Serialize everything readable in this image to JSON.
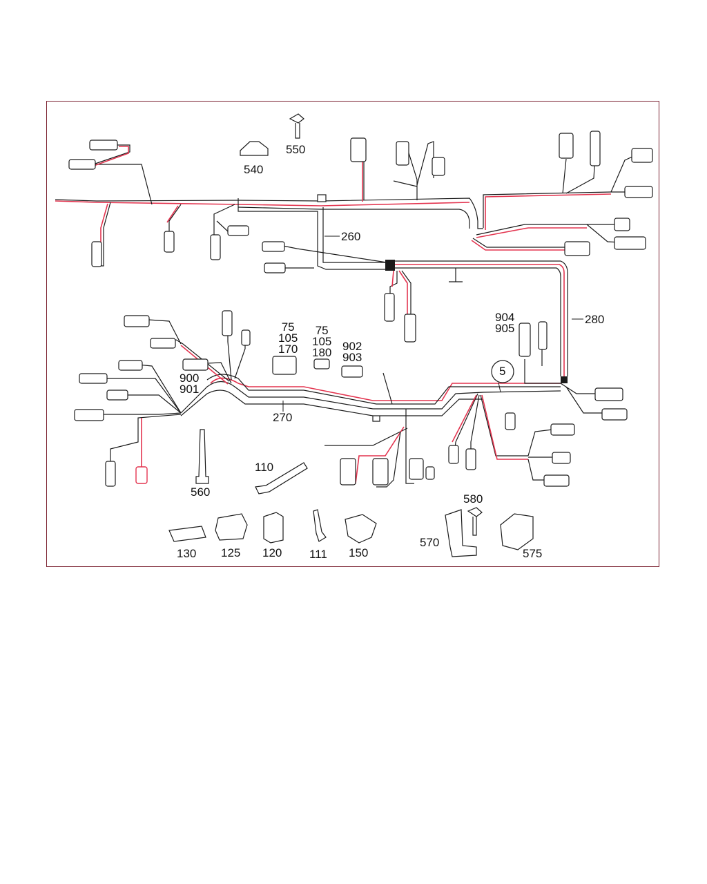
{
  "colors": {
    "frame": "#7a1f2e",
    "wire_red": "#e3344f",
    "wire_black": "#1a1a1a",
    "label": "#111111"
  },
  "callouts": {
    "c260": "260",
    "c280": "280",
    "c270": "270",
    "c540": "540",
    "c550": "550",
    "c560": "560",
    "c110": "110",
    "c130": "130",
    "c125": "125",
    "c120": "120",
    "c111": "111",
    "c150": "150",
    "c570": "570",
    "c580": "580",
    "c575": "575",
    "c5": "5",
    "c904": "904",
    "c905": "905",
    "c900": "900",
    "c901": "901",
    "c902": "902",
    "c903": "903"
  },
  "stack_left": [
    "75",
    "105",
    "170"
  ],
  "stack_right": [
    "75",
    "105",
    "180"
  ]
}
